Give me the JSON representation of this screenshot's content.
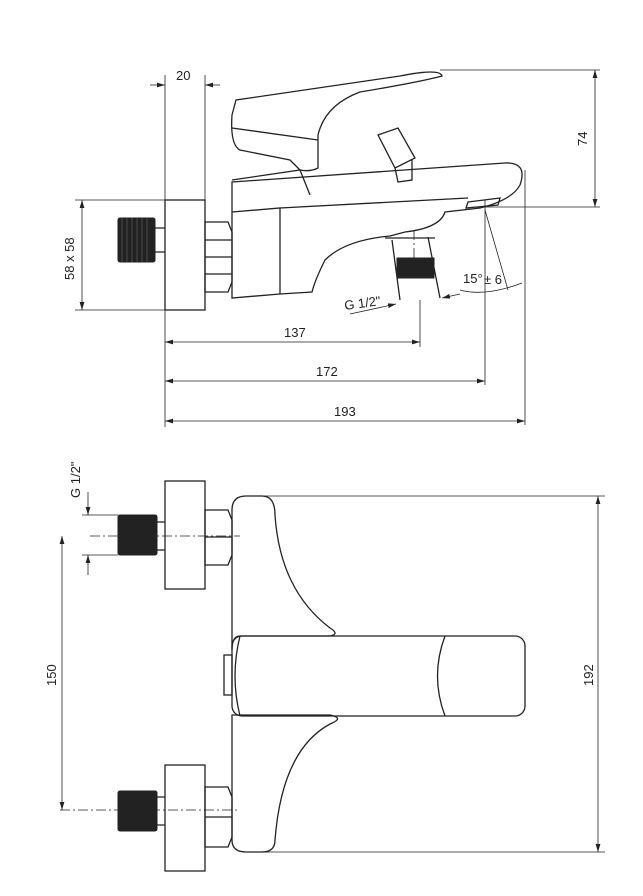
{
  "side_view": {
    "dim_plate_depth": "20",
    "dim_plate_size": "58 x 58",
    "dim_height": "74",
    "dim_outlet_thread": "G 1/2\"",
    "dim_angle": "15°",
    "dim_angle_tol": "± 6",
    "dim_outlet": "137",
    "dim_spout": "172",
    "dim_total": "193"
  },
  "front_view": {
    "dim_inlet_thread": "G 1/2\"",
    "dim_spacing": "150",
    "dim_height": "192"
  }
}
